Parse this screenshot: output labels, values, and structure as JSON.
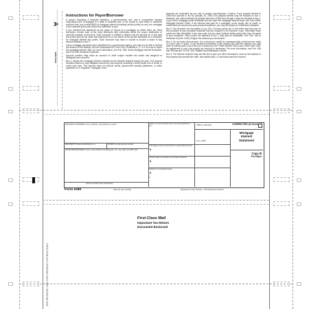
{
  "form": {
    "number_label": "Form 1098",
    "title": "Mortgage Interest Statement",
    "title_lines": [
      "Mortgage",
      "Interest",
      "Statement"
    ],
    "corrected": "CORRECTED (if checked)",
    "omb": "OMB No. 1545-0901",
    "copy_title": "Copy B",
    "copy_sub": "For Payer",
    "keep": "(keep for your records)",
    "dept": "Department of the Treasury - Internal Revenue Service",
    "year_box": "Form 1098"
  },
  "fields": {
    "recipient_name": "RECIPIENT'S/LENDER'S name, address, and telephone number",
    "recipient_fed_id": "RECIPIENT'S federal identification no.",
    "payer_ssn": "PAYER'S social security number",
    "payer_name": "PAYER'S/BORROWER'S name, street address (including apt. no.), city, state, and ZIP code",
    "account_number": "Account number (see instructions)",
    "box1": "1 Mortgage interest received from payer(s)/borrower(s)",
    "box2": "2 Points paid on purchase of principal residence",
    "box3": "3 Refund of overpaid interest",
    "box4": "4",
    "caution": "Caution: The amount shown may not be fully deductible by you."
  },
  "instructions": {
    "title": "Instructions for Payer/Borrower",
    "paragraphs": [
      "A person (including a financial institution, a governmental unit, and a cooperative housing corporation) who is engaged in a trade or business and, in the course of such trade or business, received from you at least $600 of mortgage interest (including certain points) on any one mortgage in the calendar year must furnish this statement to you.",
      "If you received this statement as the payer of record on a mortgage on which there are other borrowers, furnish each of the other borrowers with information about the proper distribution of amounts reported on this form. Each borrower is entitled to deduct only the amount he or she paid and points paid by the seller that represent his or her share of the amount allowable as a deduction for mortgage interest and points. Each borrower may have to include in income a share of any amount reported in box 3.",
      "If your mortgage payments were subsidized by a government agency, you may not be able to deduct the amount of the subsidy. See the instructions for Form 1040, Schedule A, C, or E for how to report the mortgage interest. Also, for more information, see Pub. 936, Home Mortgage Interest Deduction, and Pub. 535, Business Expenses.",
      "Account number. May show an account or other unique number the lender has assigned to distinguish your account.",
      "Box 1. Shows the mortgage interest received by the interest recipient during the year. This amount includes interest on any obligation secured by real property, including a home equity, line of credit, or credit card loan. This amount does not include points, government subsidy payments, or seller payments on a \"buydown\" mortgage. Such"
    ],
    "right_paragraphs": [
      "amounts are deductible by you only in certain circumstances. Caution: If you prepaid interest in 2008 that accrued in full by January 15, 2009, this prepaid interest may be included in box 1. However, you cannot deduct the prepaid amount in 2008 even though it may be included in box 1. If you hold a mortgage credit certificate and can claim the mortgage interest credit, see Form 8396. Mortgage Interest Credit. If the interest was paid on a mortgage, home equity, line of credit, or credit card loan secured by your personal residence, you may be subject to a deduction limitation.",
      "Box 2. Not all points are reportable to you. Box 2 shows points you or the seller paid this year for the purchase of your principal residence that are required to be reported to you. Generally, these points are fully deductible in the year paid, but you must subtract seller-paid points from the basis of your residence. Other points not reported in box 2 may also be deductible. See Pub. 936 or Schedule A (Form 1040) to figure the amount you can deduct.",
      "Box 3. Do not deduct this amount. It is a refund (or credit) for overpayment(s) of interest you made in a prior year or years. If you itemized deductions in the year(s) you paid the interest, you may have to include part or all of the box 3 amount on the \"Other income\" line of your 2008 Form 1040. No adjustment to your prior year(s) tax return(s) is necessary. For more information, see Pub. 936 and \"Recoveries\" in Pub. 525, Taxable and Nontaxable Income.",
      "Box 4. The interest recipient may use this box to give you other information, such as the address of the property that secures the debt, real estate taxes, or insurance paid from escrow."
    ]
  },
  "mailer": {
    "line1": "First-Class Mail",
    "line2": "Important Tax Return",
    "line3": "Document Enclosed"
  },
  "side": {
    "left_vertical": "SEE REVERSE SIDE FOR OPENING INSTRUCTIONS",
    "open_here": "OPEN HERE",
    "marker": "A"
  }
}
